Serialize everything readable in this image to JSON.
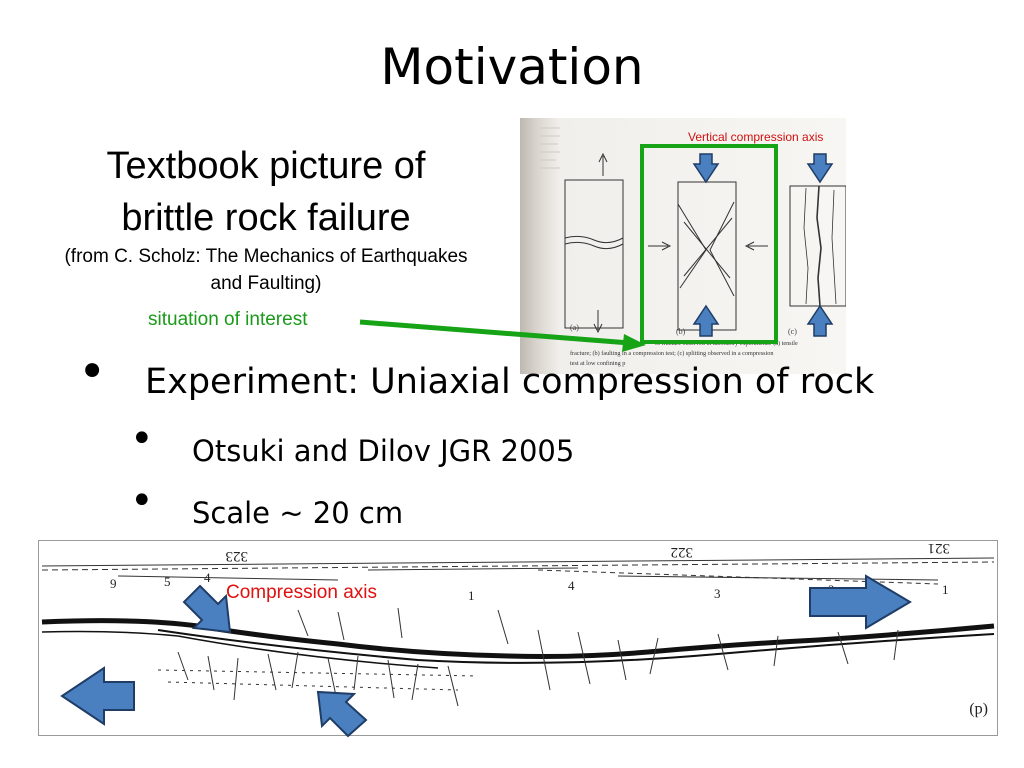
{
  "slide": {
    "title": "Motivation",
    "lead_line1": "Textbook picture of",
    "lead_line2": "brittle rock failure",
    "source": "(from C. Scholz: The Mechanics of Earthquakes and Faulting)",
    "situation_label": "situation of interest",
    "vertical_axis_label": "Vertical compression axis",
    "compression_axis_label": "Compression axis",
    "bullets": [
      {
        "text": "Experiment: Uniaxial compression of rock"
      },
      {
        "text": "Otsuki and Dilov JGR 2005"
      },
      {
        "text": "Scale ~ 20 cm"
      }
    ]
  },
  "figure_top": {
    "panel_labels": [
      "(a)",
      "(b)",
      "(c)"
    ],
    "caption_lines": [
      "fracture; (b) faulting in a compression test; (c) splitting observed in a compression",
      "test at low confining p"
    ],
    "caption_fragment": "of fracture observed in laboratory experiments: (a) tensile"
  },
  "figure_bottom": {
    "scale_labels": [
      "323",
      "322",
      "321"
    ],
    "fault_numbers": [
      "9",
      "5",
      "4",
      "1",
      "4",
      "3",
      "2",
      "1"
    ],
    "panel_label": "(d)"
  },
  "colors": {
    "green_box": "#16a316",
    "arrow_fill": "#4a7fc0",
    "arrow_stroke": "#1f3d66",
    "red_text": "#d01010"
  }
}
